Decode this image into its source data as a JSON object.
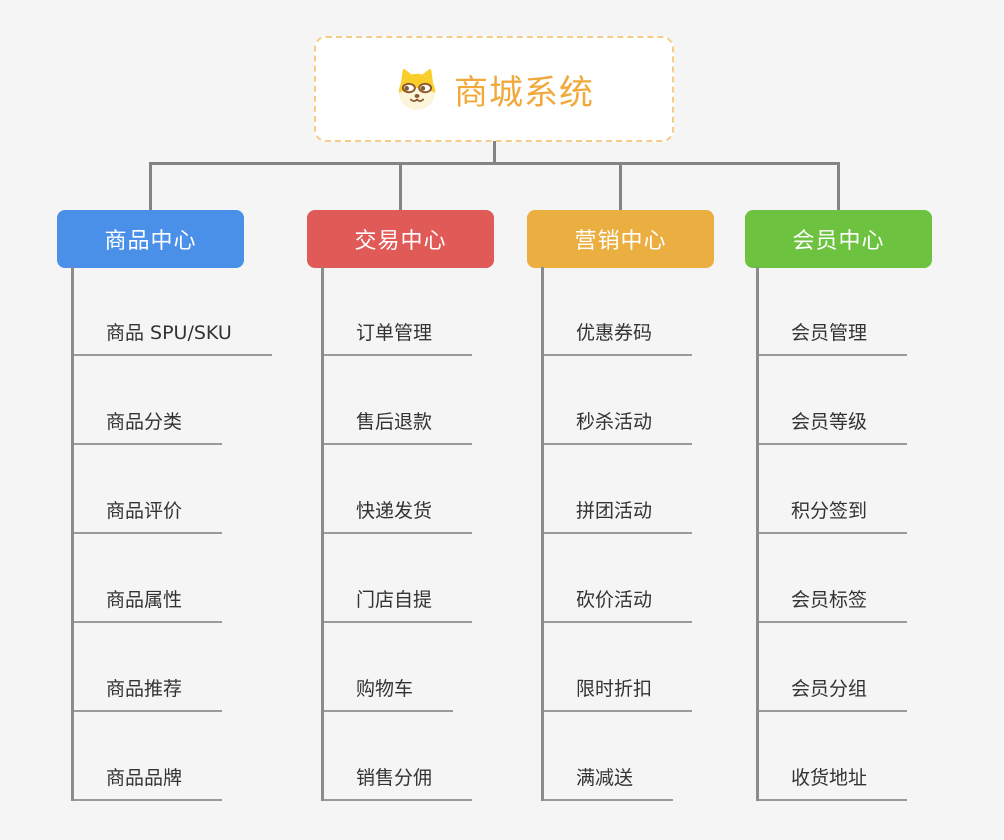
{
  "root": {
    "title": "商城系统",
    "icon": "dog-face-icon"
  },
  "branches": [
    {
      "label": "商品中心",
      "color": "#4A90E8",
      "children": [
        "商品 SPU/SKU",
        "商品分类",
        "商品评价",
        "商品属性",
        "商品推荐",
        "商品品牌"
      ]
    },
    {
      "label": "交易中心",
      "color": "#E05B57",
      "children": [
        "订单管理",
        "售后退款",
        "快递发货",
        "门店自提",
        "购物车",
        "销售分佣"
      ]
    },
    {
      "label": "营销中心",
      "color": "#EBAE41",
      "children": [
        "优惠券码",
        "秒杀活动",
        "拼团活动",
        "砍价活动",
        "限时折扣",
        "满减送"
      ]
    },
    {
      "label": "会员中心",
      "color": "#6DC23F",
      "children": [
        "会员管理",
        "会员等级",
        "积分签到",
        "会员标签",
        "会员分组",
        "收货地址"
      ]
    }
  ],
  "colors": {
    "background": "#F5F5F5",
    "root_title": "#F2A93C",
    "root_border": "#F5CD88",
    "connector": "#848484",
    "leaf_text": "#333333",
    "leaf_underline": "#9A9A9A"
  }
}
